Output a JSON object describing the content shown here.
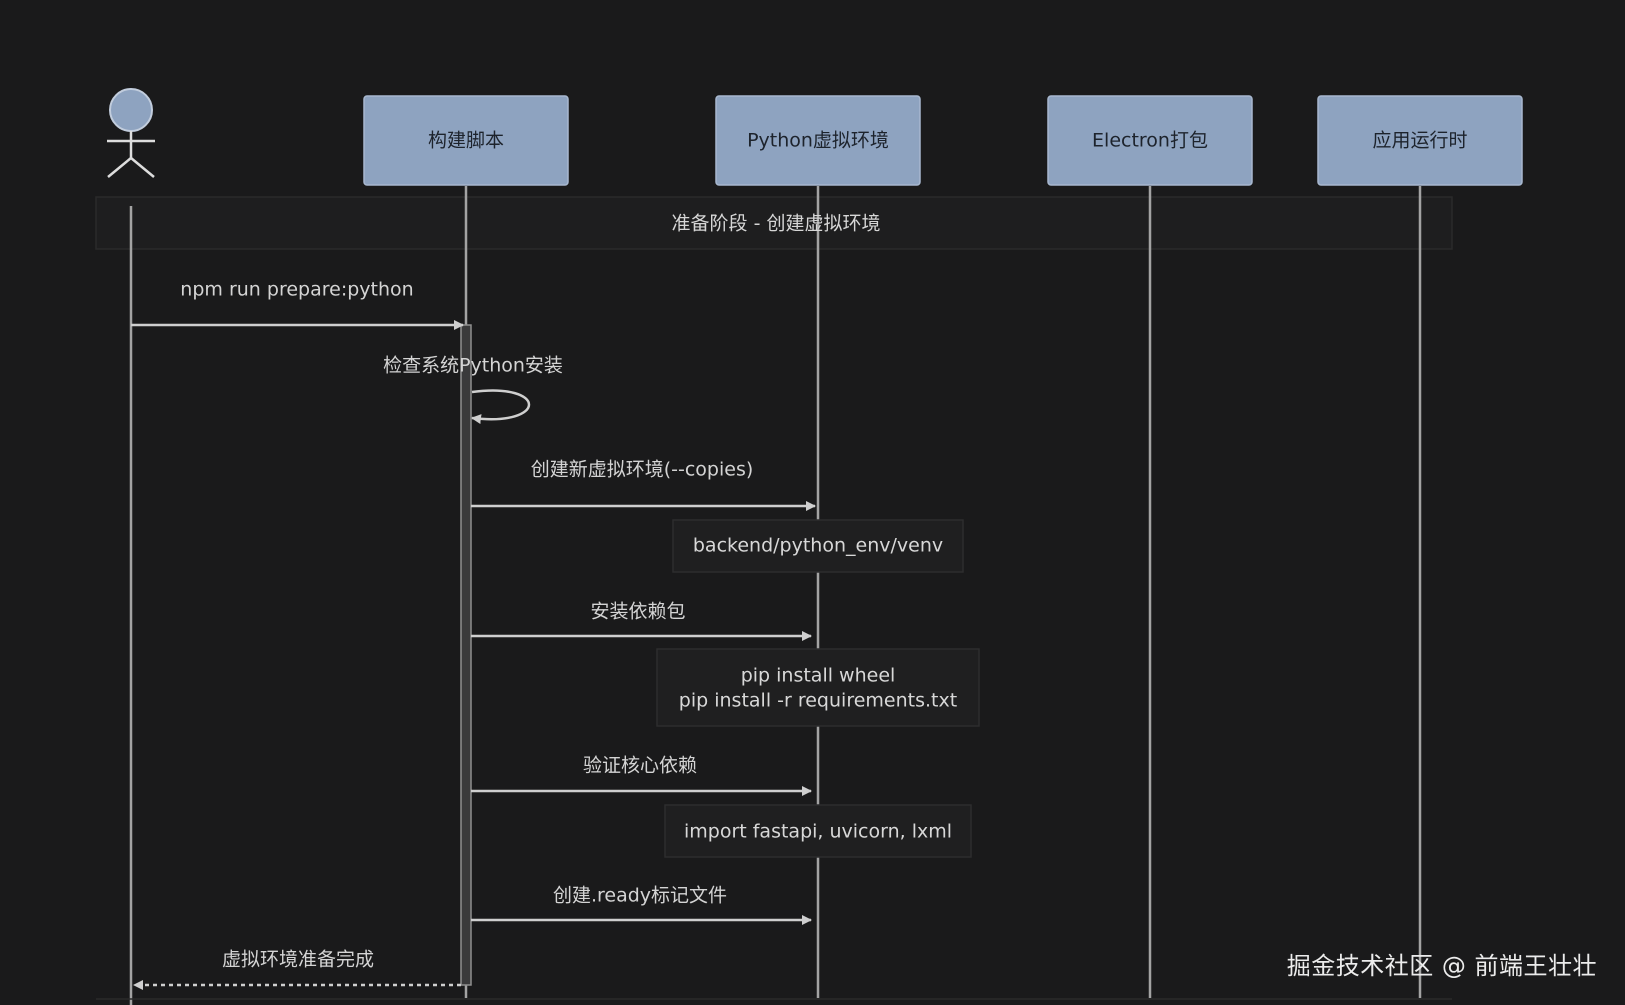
{
  "participants": [
    {
      "id": "actor",
      "type": "actor",
      "label": ""
    },
    {
      "id": "build",
      "type": "box",
      "label": "构建脚本"
    },
    {
      "id": "venv",
      "type": "box",
      "label": "Python虚拟环境"
    },
    {
      "id": "electron",
      "type": "box",
      "label": "Electron打包"
    },
    {
      "id": "runtime",
      "type": "box",
      "label": "应用运行时"
    }
  ],
  "phase": {
    "label": "准备阶段 - 创建虚拟环境"
  },
  "messages": [
    {
      "from": "actor",
      "to": "build",
      "label": "npm run prepare:python",
      "style": "solid"
    },
    {
      "from": "build",
      "to": "build",
      "label": "检查系统Python安装",
      "style": "self"
    },
    {
      "from": "build",
      "to": "venv",
      "label": "创建新虚拟环境(--copies)",
      "style": "solid"
    },
    {
      "from": "build",
      "to": "venv",
      "label": "安装依赖包",
      "style": "solid"
    },
    {
      "from": "build",
      "to": "venv",
      "label": "验证核心依赖",
      "style": "solid"
    },
    {
      "from": "build",
      "to": "venv",
      "label": "创建.ready标记文件",
      "style": "solid"
    },
    {
      "from": "build",
      "to": "actor",
      "label": "虚拟环境准备完成",
      "style": "dashed"
    }
  ],
  "notes": [
    {
      "over": "venv",
      "lines": [
        "backend/python_env/venv"
      ]
    },
    {
      "over": "venv",
      "lines": [
        "pip install wheel",
        "pip install -r requirements.txt"
      ]
    },
    {
      "over": "venv",
      "lines": [
        "import fastapi, uvicorn, lxml"
      ]
    }
  ],
  "watermark": "掘金技术社区 @ 前端王壮壮",
  "colors": {
    "background": "#1a1a1b",
    "participant_fill": "#8ea3c0",
    "participant_text": "#1d232c",
    "lifeline": "#a3a3a3",
    "text": "#d4d4d4",
    "note_fill": "#1f1f20",
    "note_border": "#2d2d2e"
  }
}
